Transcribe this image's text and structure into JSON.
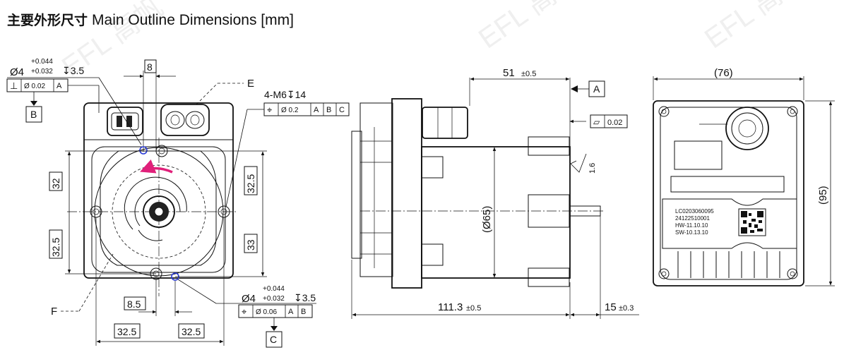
{
  "header": {
    "title_cn": "主要外形尺寸",
    "title_en": "Main Outline Dimensions [mm]"
  },
  "watermark": {
    "text": "EFL 高帆"
  },
  "colors": {
    "rotation_arrow": "#e0207a",
    "hole_marker": "#2a3bd6",
    "line": "#111111"
  },
  "front_view": {
    "top_hole": {
      "dia": "Ø4",
      "tol_upper": "+0.044",
      "tol_lower": "+0.032",
      "depth": "↧3.5"
    },
    "top_fcf": {
      "symbol": "⊥",
      "tol": "Ø 0.02",
      "datum": "A"
    },
    "datum_b": "B",
    "dim_top": "8",
    "leader_e": "E",
    "tapped": "4-M6↧14",
    "tapped_fcf": {
      "symbol": "⌖",
      "tol": "Ø 0.2",
      "d1": "A",
      "d2": "B",
      "d3": "C"
    },
    "dim_left_upper": "32",
    "dim_left_lower": "32.5",
    "dim_right_upper": "32.5",
    "dim_right_lower": "33",
    "leader_f": "F",
    "dim_offset": "8.5",
    "dim_bottom_left": "32.5",
    "dim_bottom_right": "32.5",
    "bottom_hole": {
      "dia": "Ø4",
      "tol_upper": "+0.044",
      "tol_lower": "+0.032",
      "depth": "↧3.5"
    },
    "bottom_fcf": {
      "symbol": "⌖",
      "tol": "Ø 0.06",
      "d1": "A",
      "d2": "B"
    },
    "datum_c": "C"
  },
  "side_view": {
    "dim_top": "51",
    "dim_top_tol": "±0.5",
    "datum_a": "A",
    "flatness": {
      "symbol": "▱",
      "tol": "0.02"
    },
    "roughness": "1.6",
    "dia_body": "(Ø65)",
    "dim_length": "111.3",
    "dim_length_tol": "±0.5",
    "dim_shaft": "15",
    "dim_shaft_tol": "±0.3"
  },
  "back_view": {
    "dim_width": "(76)",
    "dim_height": "(95)",
    "label_lines": [
      "LC0203060095",
      "24122510001",
      "HW-11.10.10",
      "SW-10.13.10"
    ]
  }
}
